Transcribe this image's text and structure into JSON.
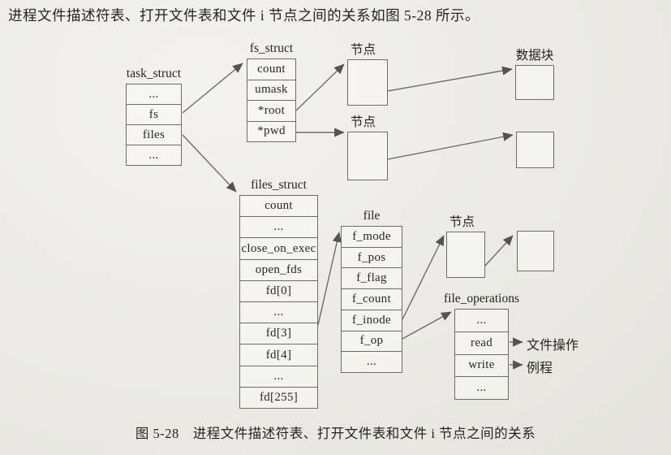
{
  "page": {
    "intro_text": "进程文件描述符表、打开文件表和文件 i 节点之间的关系如图 5-28 所示。",
    "caption": "图 5-28　进程文件描述符表、打开文件表和文件 i 节点之间的关系"
  },
  "structs": {
    "task_struct": {
      "title": "task_struct",
      "rows": [
        "...",
        "fs",
        "files",
        "..."
      ]
    },
    "fs_struct": {
      "title": "fs_struct",
      "rows": [
        "count",
        "umask",
        "*root",
        "*pwd"
      ]
    },
    "files_struct": {
      "title": "files_struct",
      "rows": [
        "count",
        "...",
        "close_on_exec",
        "open_fds",
        "fd[0]",
        "...",
        "fd[3]",
        "fd[4]",
        "...",
        "fd[255]"
      ]
    },
    "file": {
      "title": "file",
      "rows": [
        "f_mode",
        "f_pos",
        "f_flag",
        "f_count",
        "f_inode",
        "f_op",
        "..."
      ]
    },
    "file_operations": {
      "title": "file_operations",
      "rows": [
        "...",
        "read",
        "write",
        "..."
      ]
    }
  },
  "labels": {
    "inode": "节点",
    "data_block": "数据块",
    "read_target": "文件操作",
    "write_target": "例程"
  },
  "colors": {
    "page_bg": "#ecebe6",
    "line": "#6e6c66",
    "text": "#2f2d29"
  }
}
